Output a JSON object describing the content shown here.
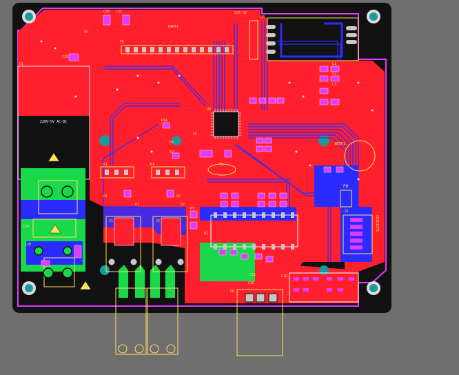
{
  "board": {
    "colors": {
      "background": "#6f6f6f",
      "pcb": "#111111",
      "copper_top": "#ff1f2d",
      "copper_bottom": "#2a2cff",
      "keepout": "#e03cff",
      "silk": "#ffe35a",
      "green_pour": "#19d94a",
      "mounting_hole": "#1a9a9a",
      "pad": "#c8c8c8"
    },
    "labels": {
      "ac_dc_module": "220V~5V  AC-DC",
      "u1": "U1",
      "u2": "U2",
      "u3": "U3",
      "u4": "U4",
      "u5": "U5",
      "uart": "UART1",
      "p5": "P5",
      "p6": "P6",
      "p7": "P7",
      "p8": "P8",
      "p9": "P9",
      "j1": "J1",
      "j2": "J2",
      "k1": "K1",
      "k2": "K2",
      "s1": "S1",
      "beep": "BEEP1",
      "c20": "C20",
      "c5": "C5",
      "c10": "C10",
      "c15": "C15",
      "c25": "C25",
      "c26": "C26",
      "c30": "C30",
      "c32": "C32",
      "c36": "C36",
      "q1": "Q1",
      "q2": "Q2",
      "d1": "D1",
      "d2": "D2",
      "r1": "R1",
      "r14": "R14",
      "l1": "L1",
      "l2": "L2",
      "l3": "L3",
      "y1": "Y1",
      "mount_text": "CN1D1EM5"
    }
  }
}
